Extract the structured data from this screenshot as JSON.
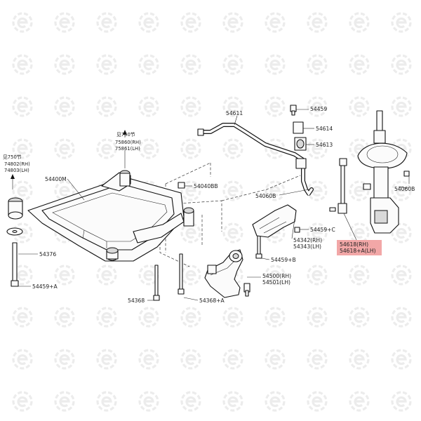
{
  "diagram": {
    "highlight_color": "#f2a7a7",
    "line_color": "#111111",
    "labels": {
      "l54611": "54611",
      "l54459": "54459",
      "l54614": "54614",
      "l54613": "54613",
      "l54060B_mid": "54060B",
      "l54060B_right": "54060B",
      "l54040BB": "54040BB",
      "l54400M": "54400M",
      "l54376": "54376",
      "l54459A": "54459+A",
      "l54368": "54368",
      "l54368A": "54368+A",
      "l54459B": "54459+B",
      "l54459C": "54459+C",
      "l54342": "54342(RH)",
      "l54343": "54343(LH)",
      "l54500": "54500(RH)",
      "l54501": "54501(LH)",
      "l54618": "54618(RH)",
      "l54618A": "54618+A(LH)",
      "ref750_left": "见750节",
      "ref750_mid": "见750节",
      "l74802": "74802(RH)",
      "l74803": "74803(LH)",
      "l75860": "75860(RH)",
      "l75861": "75861(LH)"
    }
  }
}
